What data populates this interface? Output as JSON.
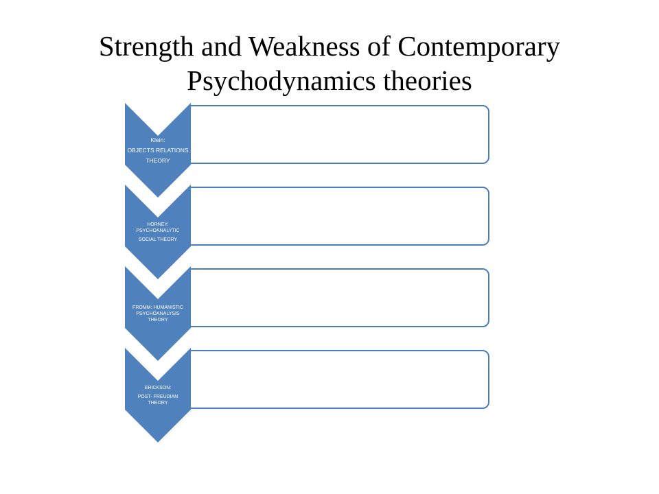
{
  "title": {
    "line1": "Strength and Weakness of Contemporary",
    "line2": "Psychodynamics  theories"
  },
  "colors": {
    "chevron_fill": "#4f81bd",
    "box_border": "#4a7ebb",
    "text_on_chevron": "#ffffff"
  },
  "steps": [
    {
      "lines": [
        "Klein:",
        "OBJECTS RELATIONS",
        "THEORY"
      ],
      "content": ""
    },
    {
      "lines": [
        "HORNEY:",
        "PSYCHOANALYTIC",
        "SOCIAL THEORY"
      ],
      "content": ""
    },
    {
      "lines": [
        "FROMM: HUMANISTIC",
        "PSYCHOANALYSIS",
        "THEORY"
      ],
      "content": ""
    },
    {
      "lines": [
        "ERICKSON:",
        "POST- FREUDIAN",
        "THEORY"
      ],
      "content": ""
    }
  ]
}
